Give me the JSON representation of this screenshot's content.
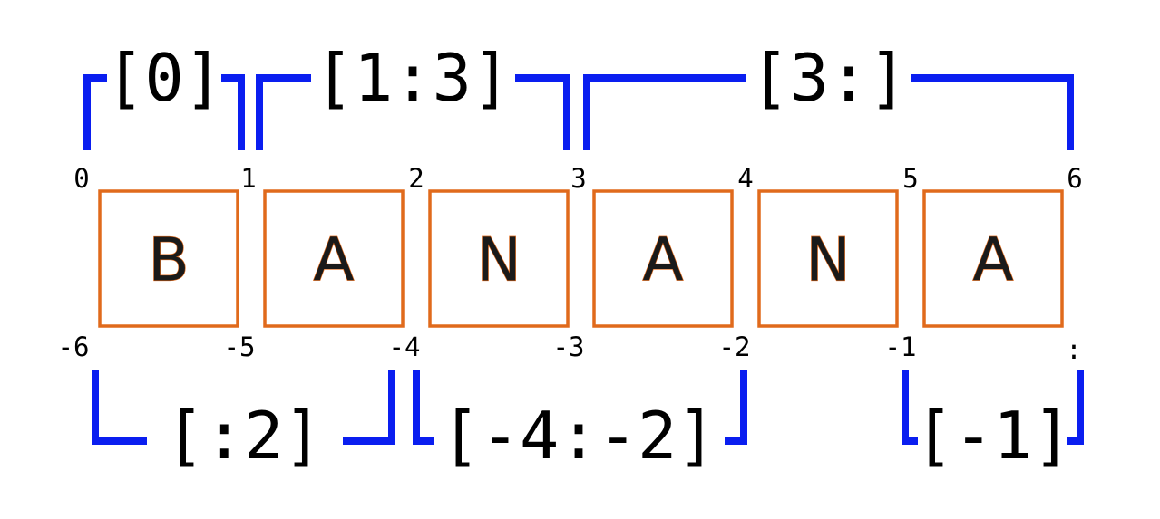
{
  "letters": [
    "B",
    "A",
    "N",
    "A",
    "N",
    "A"
  ],
  "positive_indices": [
    "0",
    "1",
    "2",
    "3",
    "4",
    "5",
    "6"
  ],
  "negative_indices": [
    "-6",
    "-5",
    "-4",
    "-3",
    "-2",
    "-1",
    ":"
  ],
  "slices_top": [
    "[0]",
    "[1:3]",
    "[3:]"
  ],
  "slices_bottom": [
    "[:2]",
    "[-4:-2]",
    "[-1]"
  ],
  "colors": {
    "bracket": "#0a1ef0",
    "box_border": "#e06a1c",
    "letter_fill": "#1a1a1a",
    "text": "#000000",
    "background": "#ffffff"
  }
}
